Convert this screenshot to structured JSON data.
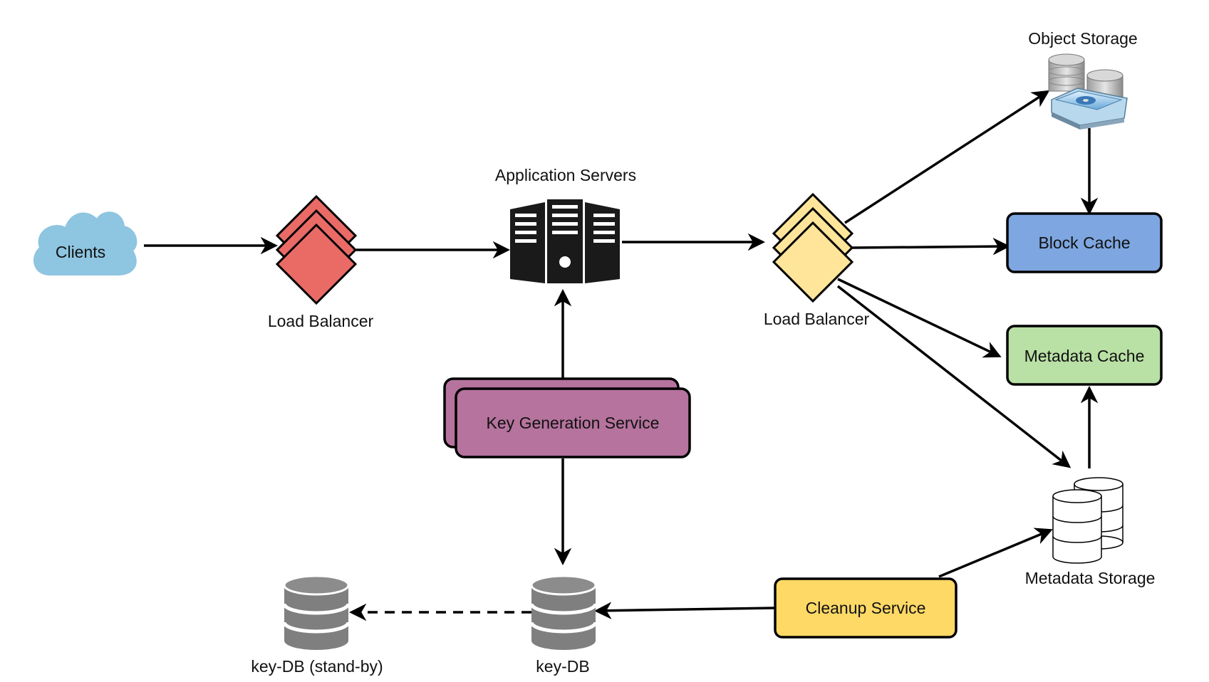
{
  "nodes": {
    "clients": {
      "label": "Clients",
      "fill": "#8ec5e0"
    },
    "lb_left": {
      "label": "Load Balancer",
      "fill": "#ea6b66"
    },
    "app_servers": {
      "label": "Application Servers",
      "icon": "server-rack-icon"
    },
    "lb_right": {
      "label": "Load Balancer",
      "fill": "#ffe599"
    },
    "object_storage": {
      "label": "Object Storage",
      "icon": "storage-disks-icon"
    },
    "block_cache": {
      "label": "Block Cache",
      "fill": "#7ea6e0"
    },
    "metadata_cache": {
      "label": "Metadata Cache",
      "fill": "#b9e0a5"
    },
    "metadata_storage": {
      "label": "Metadata Storage",
      "icon": "database-icon"
    },
    "key_gen": {
      "label": "Key Generation Service",
      "fill": "#b5739d"
    },
    "cleanup": {
      "label": "Cleanup Service",
      "fill": "#ffd966"
    },
    "key_db": {
      "label": "key-DB",
      "icon": "database-icon"
    },
    "key_db_standby": {
      "label": "key-DB (stand-by)",
      "icon": "database-icon"
    }
  },
  "edges": [
    {
      "from": "clients",
      "to": "lb_left",
      "style": "solid"
    },
    {
      "from": "lb_left",
      "to": "app_servers",
      "style": "solid"
    },
    {
      "from": "app_servers",
      "to": "lb_right",
      "style": "solid"
    },
    {
      "from": "key_gen",
      "to": "app_servers",
      "style": "solid"
    },
    {
      "from": "key_gen",
      "to": "key_db",
      "style": "solid"
    },
    {
      "from": "key_db",
      "to": "key_db_standby",
      "style": "dashed"
    },
    {
      "from": "lb_right",
      "to": "object_storage",
      "style": "solid"
    },
    {
      "from": "object_storage",
      "to": "block_cache",
      "style": "solid"
    },
    {
      "from": "lb_right",
      "to": "block_cache",
      "style": "solid"
    },
    {
      "from": "lb_right",
      "to": "metadata_cache",
      "style": "solid"
    },
    {
      "from": "lb_right",
      "to": "metadata_storage",
      "style": "solid"
    },
    {
      "from": "metadata_storage",
      "to": "metadata_cache",
      "style": "solid"
    },
    {
      "from": "cleanup",
      "to": "metadata_storage",
      "style": "solid"
    },
    {
      "from": "cleanup",
      "to": "key_db",
      "style": "solid"
    }
  ]
}
